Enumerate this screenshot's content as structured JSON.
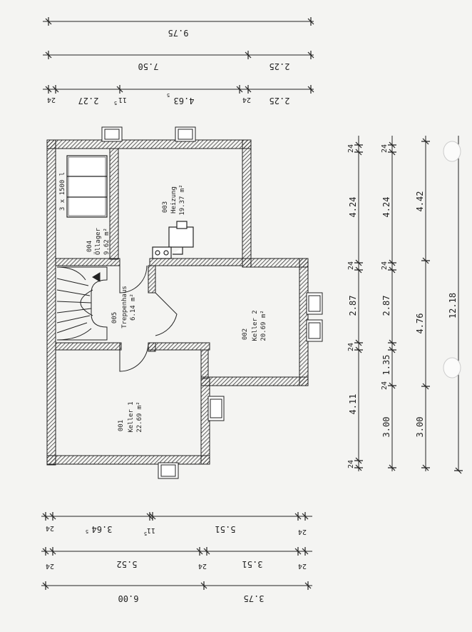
{
  "dimensions_top": {
    "row1": [
      "9.75"
    ],
    "row2": [
      "7.50",
      "2.25"
    ],
    "row3": [
      "24",
      "2.27",
      "11",
      "5",
      "4.63",
      "5",
      "24",
      "2.25"
    ]
  },
  "dimensions_bottom": {
    "row1": [
      "24",
      "3.64",
      "5",
      "11",
      "5",
      "5.51",
      "24"
    ],
    "row2": [
      "24",
      "5.52",
      "24",
      "3.51",
      "24"
    ],
    "row3": [
      "6.00",
      "3.75"
    ]
  },
  "dimensions_right": {
    "col1": [
      "24",
      "4.24",
      "24",
      "2.87",
      "24",
      "4.11",
      "24"
    ],
    "col2": [
      "24",
      "4.24",
      "24",
      "2.87",
      "24",
      "1.35",
      "3.00"
    ],
    "col3": [
      "4.42",
      "4.76",
      "3.00"
    ],
    "col4": [
      "12.18"
    ]
  },
  "rooms": {
    "r004": {
      "number": "004",
      "name": "Öllager",
      "area": "9.62 m²",
      "tank_label": "3 x 1500 l"
    },
    "r003": {
      "number": "003",
      "name": "Heizung",
      "area": "19.37 m²"
    },
    "r005": {
      "number": "005",
      "name": "Treppenhaus",
      "area": "6.14 m²"
    },
    "r002": {
      "number": "002",
      "name": "Keller 2",
      "area": "20.69 m²"
    },
    "r001": {
      "number": "001",
      "name": "Keller 1",
      "area": "22.69 m²"
    }
  }
}
